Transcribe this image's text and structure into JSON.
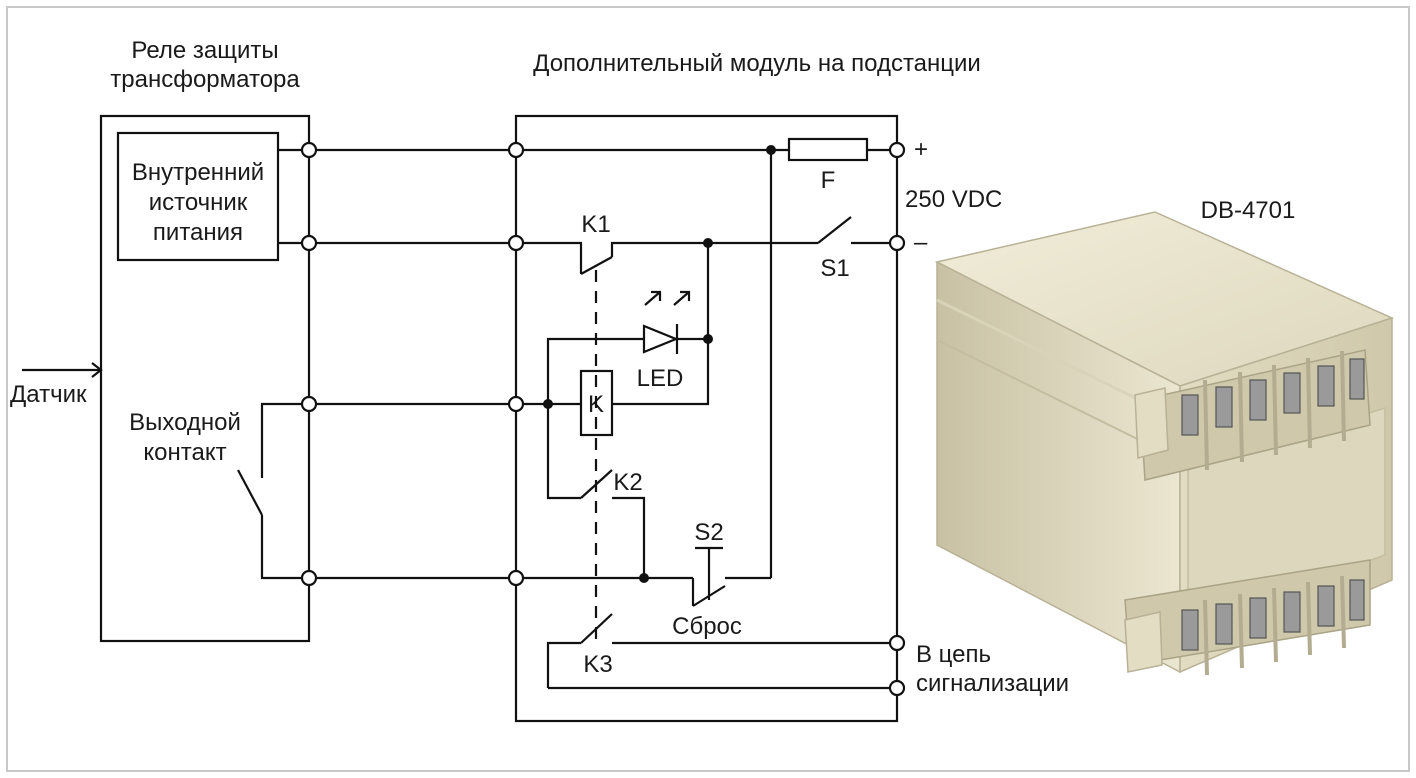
{
  "relay_block": {
    "title_line1": "Реле защиты",
    "title_line2": "трансформатора",
    "source_line1": "Внутренний",
    "source_line2": "источник",
    "source_line3": "питания",
    "output_line1": "Выходной",
    "output_line2": "контакт",
    "sensor": "Датчик"
  },
  "module": {
    "title": "Дополнительный модуль на подстанции",
    "fuse": "F",
    "plus": "+",
    "minus": "–",
    "voltage": "250 VDC",
    "k1": "K1",
    "k2": "K2",
    "k3": "K3",
    "s1": "S1",
    "s2": "S2",
    "led": "LED",
    "coil": "K",
    "reset": "Сброс",
    "alarm_line1": "В цепь",
    "alarm_line2": "сигнализации"
  },
  "device": {
    "model": "DB-4701"
  },
  "colors": {
    "frame_border": "#c8c8c8",
    "line": "#111111",
    "housing_light": "#e9e4cf",
    "housing_mid": "#d8d2b8",
    "housing_dark": "#b8b196",
    "terminal_metal": "#9a9a9a"
  }
}
